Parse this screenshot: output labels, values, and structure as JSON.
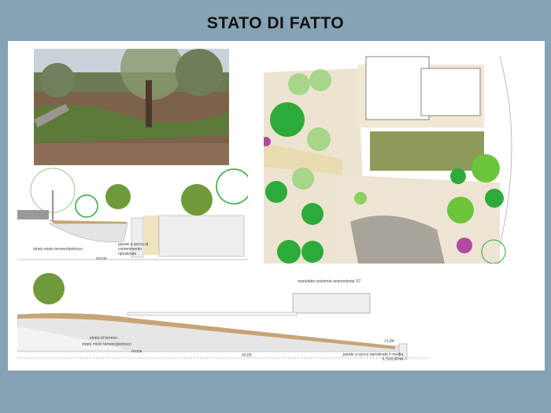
{
  "slide": {
    "title": "STATO DI FATTO"
  },
  "section_small": {
    "labels": {
      "mixed_layer": "strato misto terreno/pietrisco",
      "rock": "roccia",
      "dry_wall": "parete a secco di contenimento ripristinata"
    }
  },
  "section_long": {
    "labels": {
      "existing_building": "manufatto esistente antecedente '67",
      "soil_layer": "strato di terreno",
      "mixed_layer": "strato misto terreno/pietrisco",
      "rock": "roccia",
      "dry_wall": "parete a secco ripristinata h media 0,70/0,80 m",
      "datum": "±0,00",
      "level": "+1,84"
    }
  },
  "colors": {
    "background": "#86a3b6",
    "panel": "#ffffff",
    "title": "#111111"
  }
}
